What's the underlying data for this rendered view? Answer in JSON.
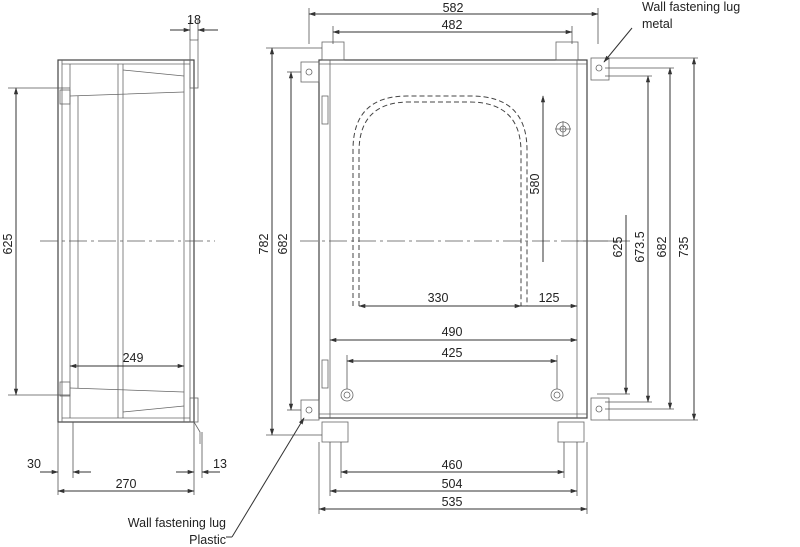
{
  "dimensions": {
    "top_overall": "582",
    "top_inner": "482",
    "side_depth_top": "18",
    "side_height": "625",
    "side_inner": "249",
    "side_bottom_left": "30",
    "side_bottom_right": "13",
    "side_bottom_total": "270",
    "left_782": "782",
    "left_682": "682",
    "opening_height": "580",
    "opening_width": "330",
    "opening_offset": "125",
    "inner_490": "490",
    "hole_spacing": "425",
    "lug_460": "460",
    "lug_504": "504",
    "lug_535": "535",
    "right_625": "625",
    "right_673_5": "673.5",
    "right_682": "682",
    "right_735": "735"
  },
  "labels": {
    "metal_lug_line1": "Wall fastening lug",
    "metal_lug_line2": "metal",
    "plastic_lug_line1": "Wall fastening lug",
    "plastic_lug_line2": "Plastic"
  }
}
